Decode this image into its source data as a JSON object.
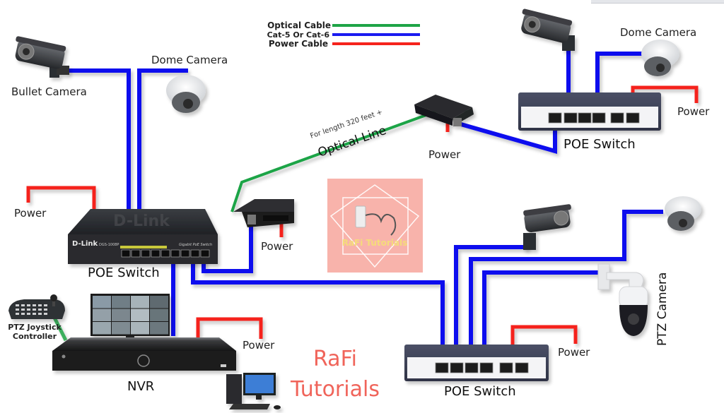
{
  "title": "CCTV Network with POE Switches and Optical Line",
  "legend": {
    "items": [
      {
        "label": "Optical Cable",
        "color": "#1ea446"
      },
      {
        "label": "Cat-5 Or Cat-6",
        "color": "#1a1af0"
      },
      {
        "label": "Power Cable",
        "color": "#f5231c"
      }
    ]
  },
  "colors": {
    "optical": "#1ea446",
    "cat": "#1010ee",
    "power": "#f5231c",
    "brand": "#f0645a",
    "watermark_bg": "#f8b3ab"
  },
  "devices": {
    "bullet_camera_left": {
      "label": "Bullet Camera"
    },
    "dome_camera_left": {
      "label": "Dome Camera"
    },
    "poe_switch_main": {
      "label": "POE Switch",
      "brand": "D-Link",
      "model_text": "DGS-1008P",
      "caption": "Gigabit PoE Switch"
    },
    "power_main_switch": {
      "label": "Power"
    },
    "media_converter_left": {
      "power_label": "Power"
    },
    "media_converter_right": {
      "power_label": "Power"
    },
    "optical_line": {
      "label": "Optical Line",
      "sublabel": "For length 320 feet +"
    },
    "dome_camera_top_right": {
      "label": "Dome Camera"
    },
    "poe_switch_top_right": {
      "label": "POE Switch",
      "power_label": "Power"
    },
    "nvr": {
      "label": "NVR",
      "power_label": "Power"
    },
    "ptz_joystick": {
      "label_line1": "PTZ Joystick",
      "label_line2": "Controller"
    },
    "poe_switch_bottom_right": {
      "label": "POE Switch",
      "power_label": "Power"
    },
    "ptz_camera": {
      "label": "PTZ Camera"
    }
  },
  "watermark": {
    "text": "RaFi Tutorials"
  },
  "brand": {
    "line1": "RaFi",
    "line2": "Tutorials"
  }
}
